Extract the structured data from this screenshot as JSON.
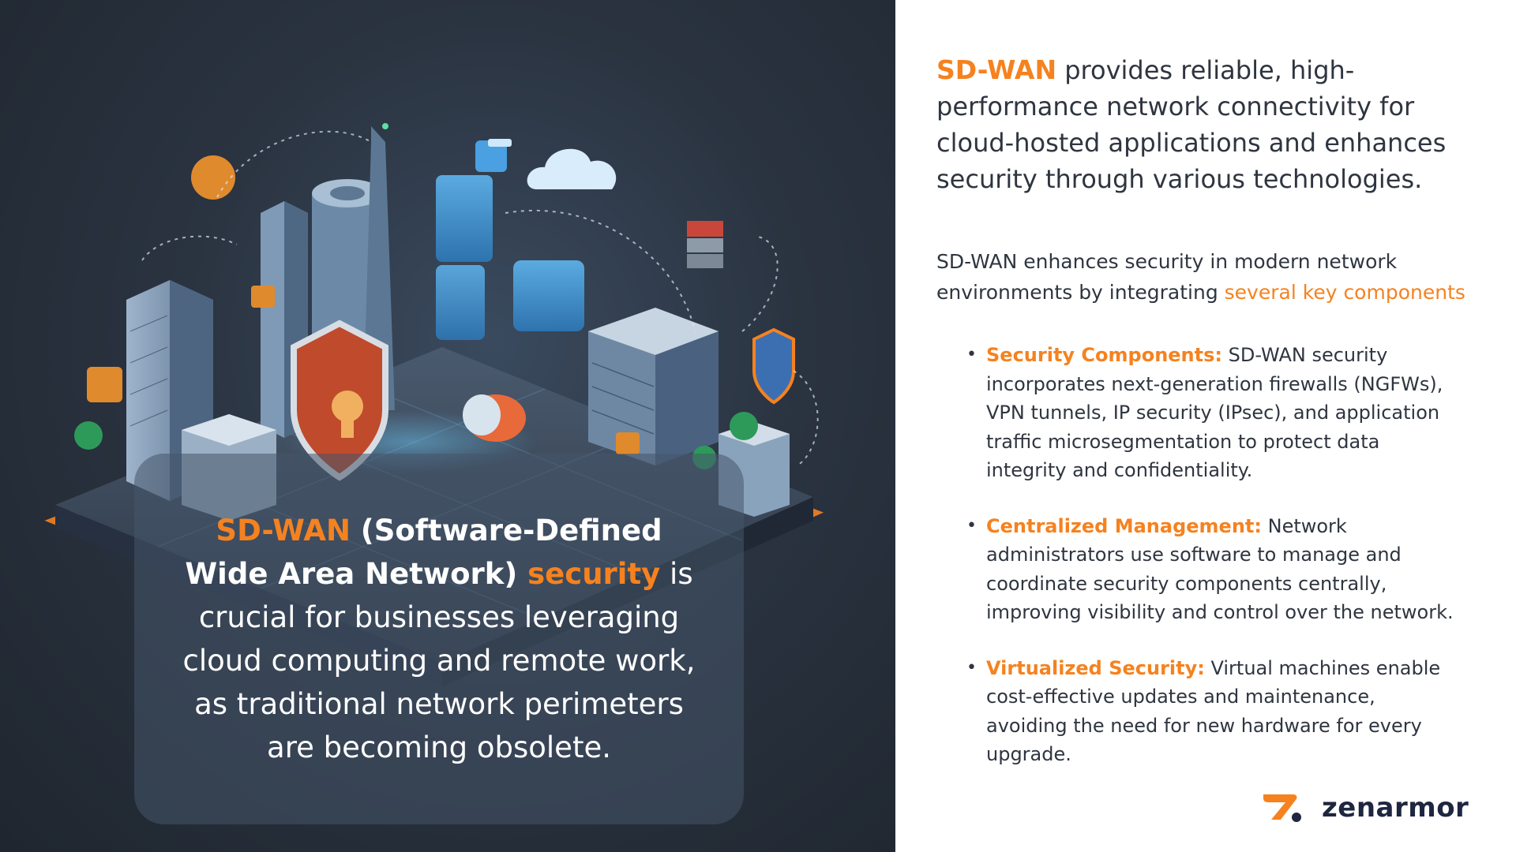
{
  "overlay": {
    "sdwan": "SD-WAN",
    "full_name": " (Software-Defined Wide Area Network) ",
    "security": "security",
    "rest": " is crucial for businesses leveraging cloud computing and remote work, as traditional network perimeters are becoming obsolete."
  },
  "intro": {
    "brand": "SD-WAN",
    "text": " provides reliable, high-performance network connectivity for cloud-hosted applications and enhances security through various technologies."
  },
  "lead": {
    "text": "SD-WAN enhances security in modern network environments by integrating ",
    "highlight": "several key components"
  },
  "bullets": [
    {
      "title": "Security Components:",
      "text": " SD-WAN security incorporates next-generation firewalls (NGFWs), VPN tunnels, IP security (IPsec), and application traffic microsegmentation to protect data integrity and confidentiality."
    },
    {
      "title": "Centralized Management:",
      "text": " Network administrators use software to manage and coordinate security components centrally, improving visibility and control over the network."
    },
    {
      "title": "Virtualized Security:",
      "text": " Virtual machines enable cost-effective updates and maintenance, avoiding the need for new hardware for every upgrade."
    }
  ],
  "logo": {
    "text": "zenarmor"
  },
  "colors": {
    "accent": "#f5821f",
    "dark_panel": "#2a3340",
    "text": "#2f3540",
    "logo_text": "#1e2640"
  }
}
